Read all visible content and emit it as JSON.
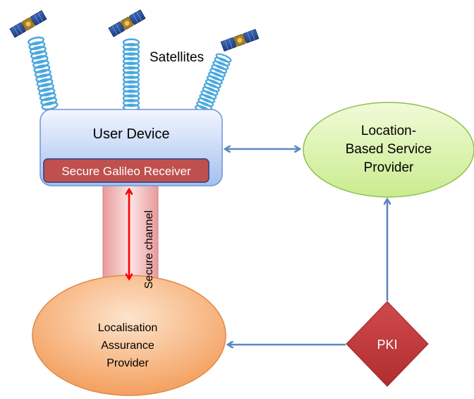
{
  "satellites_label": "Satellites",
  "user_device": {
    "title": "User Device",
    "receiver_label": "Secure Galileo Receiver"
  },
  "lbs_provider": {
    "line1": "Location-",
    "line2": "Based Service",
    "line3": "Provider"
  },
  "channel_label": "Secure channel",
  "lap": {
    "line1": "Localisation",
    "line2": "Assurance",
    "line3": "Provider"
  },
  "pki_label": "PKI",
  "icons": [
    "satellite-icon",
    "signal-coil-icon"
  ],
  "colors": {
    "device_fill_top": "#eef4ff",
    "device_fill_bottom": "#a9c4ef",
    "device_stroke": "#6f94d6",
    "receiver_fill": "#c0504d",
    "lbs_fill": "#d7f0a5",
    "lap_fill": "#f6b57e",
    "pki_fill": "#c0373a",
    "arrow_blue": "#5b86c5",
    "arrow_red": "#ff0000",
    "coil": "#4aa8de"
  }
}
